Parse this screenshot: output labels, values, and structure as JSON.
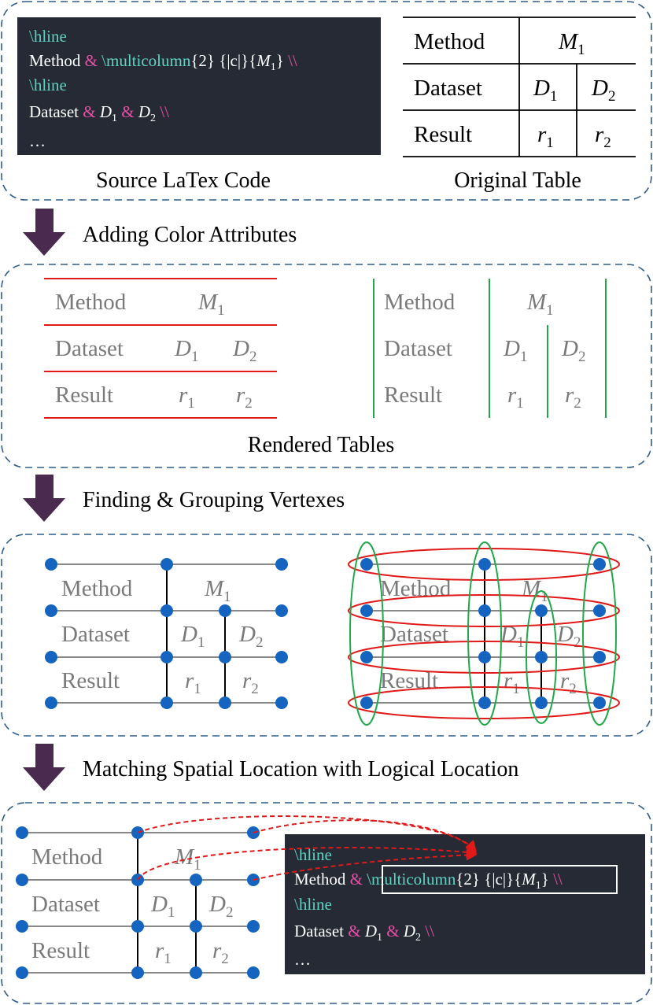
{
  "colors": {
    "panel_border": "#2e5c8a",
    "code_bg": "#262a34",
    "code_cyan": "#5fd3c4",
    "code_pink": "#e64fa6",
    "arrow": "#4a2a4f",
    "red": "#e01919",
    "green": "#22a84a",
    "vertex": "#1565c0",
    "grid_gray": "#888888",
    "label_gray": "#7a7a7a"
  },
  "panel1": {
    "caption_left": "Source LaTex Code",
    "caption_right": "Original Table",
    "code": {
      "line1": "\\hline",
      "line2_a": "Method",
      "line2_amp": "&",
      "line2_cmd": "\\multicolumn",
      "line2_args": "{2}",
      "line2_args2": "{|c|}",
      "line2_m_open": "{",
      "line2_m": "M",
      "line2_m_sub": "1",
      "line2_m_close": "}",
      "line2_end": "\\\\",
      "line3": "\\hline",
      "line4_a": "Dataset",
      "line4_amp1": "&",
      "line4_d1": "D",
      "line4_d1_sub": "1",
      "line4_amp2": "&",
      "line4_d2": "D",
      "line4_d2_sub": "2",
      "line4_end": "\\\\",
      "line5": "…"
    },
    "table": {
      "r1c1": "Method",
      "r1m": "M",
      "r1m_sub": "1",
      "r2c1": "Dataset",
      "r2d1": "D",
      "r2d1_sub": "1",
      "r2d2": "D",
      "r2d2_sub": "2",
      "r3c1": "Result",
      "r3r1": "r",
      "r3r1_sub": "1",
      "r3r2": "r",
      "r3r2_sub": "2"
    }
  },
  "step1": "Adding Color Attributes",
  "panel2": {
    "caption": "Rendered Tables"
  },
  "step2": "Finding & Grouping Vertexes",
  "step3": "Matching Spatial Location with Logical Location",
  "labels": {
    "method": "Method",
    "dataset": "Dataset",
    "result": "Result",
    "m": "M",
    "d": "D",
    "r": "r",
    "s1": "1",
    "s2": "2"
  }
}
